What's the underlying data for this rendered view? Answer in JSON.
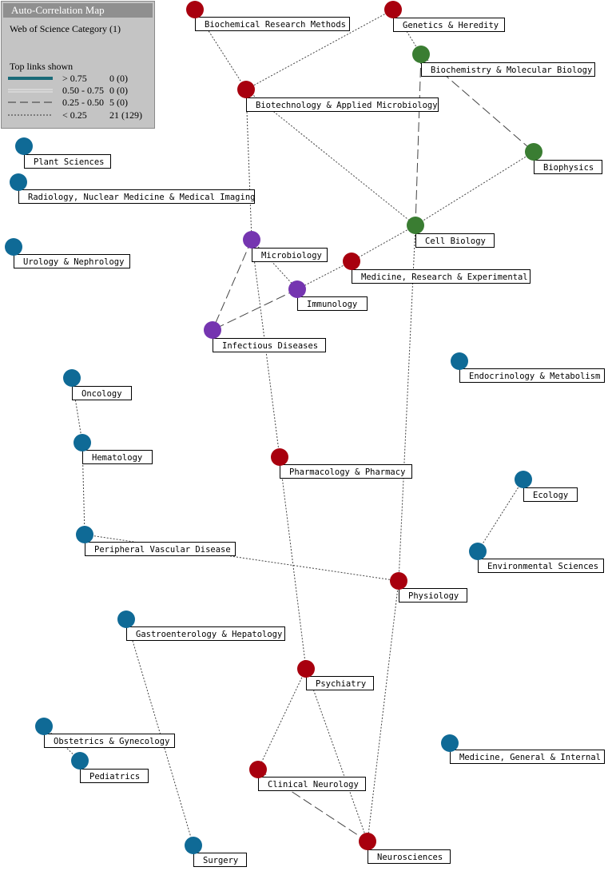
{
  "legend": {
    "title": "Auto-Correlation Map",
    "subtitle": "Web of Science Category (1)",
    "heading": "Top links shown",
    "rows": [
      {
        "range": "> 0.75",
        "count": "0 (0)",
        "style": "thick"
      },
      {
        "range": "0.50 - 0.75",
        "count": "0 (0)",
        "style": "thin-solid"
      },
      {
        "range": "0.25 - 0.50",
        "count": "5 (0)",
        "style": "long-dash"
      },
      {
        "range": "< 0.25",
        "count": "21 (129)",
        "style": "short-dash"
      }
    ]
  },
  "colors": {
    "red": "#a8000e",
    "green": "#3a7d32",
    "purple": "#7535b0",
    "blue": "#0f6a96",
    "link": "#444444",
    "legend_thick": "#1a6a78"
  },
  "nodes": [
    {
      "id": "biochem-methods",
      "label": "Biochemical Research Methods",
      "color": "red"
    },
    {
      "id": "genetics",
      "label": "Genetics & Heredity",
      "color": "red"
    },
    {
      "id": "biochem-molbio",
      "label": "Biochemistry & Molecular Biology",
      "color": "green"
    },
    {
      "id": "biotech",
      "label": "Biotechnology & Applied Microbiology",
      "color": "red"
    },
    {
      "id": "biophysics",
      "label": "Biophysics",
      "color": "green"
    },
    {
      "id": "plant",
      "label": "Plant Sciences",
      "color": "blue"
    },
    {
      "id": "radiology",
      "label": "Radiology, Nuclear Medicine & Medical Imaging",
      "color": "blue"
    },
    {
      "id": "cellbio",
      "label": "Cell Biology",
      "color": "green"
    },
    {
      "id": "urology",
      "label": "Urology & Nephrology",
      "color": "blue"
    },
    {
      "id": "microbio",
      "label": "Microbiology",
      "color": "purple"
    },
    {
      "id": "medresearch",
      "label": "Medicine, Research & Experimental",
      "color": "red"
    },
    {
      "id": "immunology",
      "label": "Immunology",
      "color": "purple"
    },
    {
      "id": "infectious",
      "label": "Infectious Diseases",
      "color": "purple"
    },
    {
      "id": "endocrin",
      "label": "Endocrinology & Metabolism",
      "color": "blue"
    },
    {
      "id": "oncology",
      "label": "Oncology",
      "color": "blue"
    },
    {
      "id": "hematology",
      "label": "Hematology",
      "color": "blue"
    },
    {
      "id": "pharmacology",
      "label": "Pharmacology & Pharmacy",
      "color": "red"
    },
    {
      "id": "ecology",
      "label": "Ecology",
      "color": "blue"
    },
    {
      "id": "peripheral",
      "label": "Peripheral Vascular Disease",
      "color": "blue"
    },
    {
      "id": "envsci",
      "label": "Environmental Sciences",
      "color": "blue"
    },
    {
      "id": "physiology",
      "label": "Physiology",
      "color": "red"
    },
    {
      "id": "gastro",
      "label": "Gastroenterology & Hepatology",
      "color": "blue"
    },
    {
      "id": "psychiatry",
      "label": "Psychiatry",
      "color": "red"
    },
    {
      "id": "obgyn",
      "label": "Obstetrics & Gynecology",
      "color": "blue"
    },
    {
      "id": "medgeneral",
      "label": "Medicine, General & Internal",
      "color": "blue"
    },
    {
      "id": "pediatrics",
      "label": "Pediatrics",
      "color": "blue"
    },
    {
      "id": "clinneuro",
      "label": "Clinical Neurology",
      "color": "red"
    },
    {
      "id": "surgery",
      "label": "Surgery",
      "color": "blue"
    },
    {
      "id": "neurosciences",
      "label": "Neurosciences",
      "color": "red"
    }
  ],
  "links": [
    {
      "from": "biochem-methods",
      "to": "biotech",
      "style": "short-dash"
    },
    {
      "from": "genetics",
      "to": "biotech",
      "style": "short-dash"
    },
    {
      "from": "genetics",
      "to": "biochem-molbio",
      "style": "short-dash"
    },
    {
      "from": "biochem-molbio",
      "to": "biophysics",
      "style": "long-dash"
    },
    {
      "from": "biochem-molbio",
      "to": "cellbio",
      "style": "long-dash"
    },
    {
      "from": "biotech",
      "to": "cellbio",
      "style": "short-dash"
    },
    {
      "from": "biotech",
      "to": "microbio",
      "style": "short-dash"
    },
    {
      "from": "biophysics",
      "to": "cellbio",
      "style": "short-dash"
    },
    {
      "from": "cellbio",
      "to": "medresearch",
      "style": "short-dash"
    },
    {
      "from": "cellbio",
      "to": "physiology",
      "style": "short-dash"
    },
    {
      "from": "medresearch",
      "to": "immunology",
      "style": "short-dash"
    },
    {
      "from": "microbio",
      "to": "immunology",
      "style": "short-dash"
    },
    {
      "from": "microbio",
      "to": "infectious",
      "style": "long-dash"
    },
    {
      "from": "immunology",
      "to": "infectious",
      "style": "long-dash"
    },
    {
      "from": "microbio",
      "to": "pharmacology",
      "style": "short-dash"
    },
    {
      "from": "oncology",
      "to": "hematology",
      "style": "short-dash"
    },
    {
      "from": "hematology",
      "to": "peripheral",
      "style": "short-dash"
    },
    {
      "from": "peripheral",
      "to": "physiology",
      "style": "short-dash"
    },
    {
      "from": "ecology",
      "to": "envsci",
      "style": "short-dash"
    },
    {
      "from": "pharmacology",
      "to": "psychiatry",
      "style": "short-dash"
    },
    {
      "from": "physiology",
      "to": "neurosciences",
      "style": "short-dash"
    },
    {
      "from": "psychiatry",
      "to": "clinneuro",
      "style": "short-dash"
    },
    {
      "from": "psychiatry",
      "to": "neurosciences",
      "style": "short-dash"
    },
    {
      "from": "clinneuro",
      "to": "neurosciences",
      "style": "long-dash"
    },
    {
      "from": "gastro",
      "to": "surgery",
      "style": "short-dash"
    },
    {
      "from": "obgyn",
      "to": "pediatrics",
      "style": "short-dash"
    }
  ]
}
